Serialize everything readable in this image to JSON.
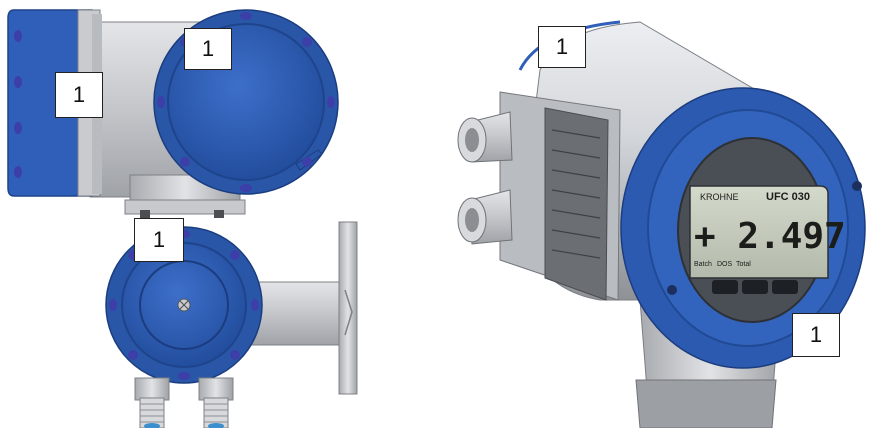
{
  "callouts": [
    "1",
    "1",
    "1",
    "1",
    "1"
  ],
  "display": {
    "brand": "KROHNE",
    "model": "UFC 030",
    "value": "+ 2.497",
    "soft_labels": [
      "Batch",
      "DOS",
      "Total"
    ]
  },
  "colors": {
    "cover_blue": "#2f5fb8",
    "cover_dark": "#214a96",
    "body_grey": "#c9cbcf",
    "bolt": "#3d3fa8",
    "lcd": "#c8cfc0"
  }
}
